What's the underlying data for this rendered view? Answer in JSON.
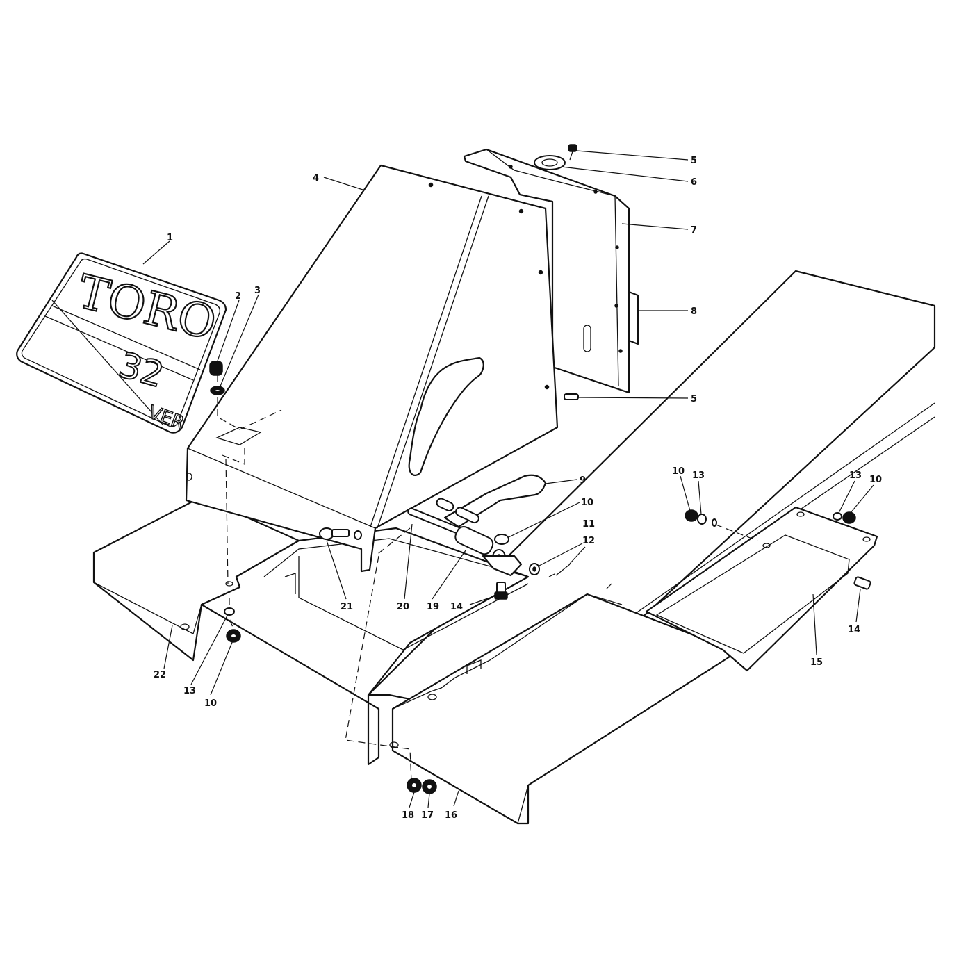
{
  "decal": {
    "brand": "TORO",
    "model_number": "32",
    "model_suffix": "VER"
  },
  "callouts": [
    {
      "id": "c1",
      "label": "1"
    },
    {
      "id": "c2",
      "label": "2"
    },
    {
      "id": "c3",
      "label": "3"
    },
    {
      "id": "c4",
      "label": "4"
    },
    {
      "id": "c5a",
      "label": "5"
    },
    {
      "id": "c6",
      "label": "6"
    },
    {
      "id": "c7",
      "label": "7"
    },
    {
      "id": "c8",
      "label": "8"
    },
    {
      "id": "c5b",
      "label": "5"
    },
    {
      "id": "c9",
      "label": "9"
    },
    {
      "id": "c10a",
      "label": "10"
    },
    {
      "id": "c11",
      "label": "11"
    },
    {
      "id": "c12",
      "label": "12"
    },
    {
      "id": "c10b",
      "label": "10"
    },
    {
      "id": "c13a",
      "label": "13"
    },
    {
      "id": "c13b",
      "label": "13"
    },
    {
      "id": "c10c",
      "label": "10"
    },
    {
      "id": "c14a",
      "label": "14"
    },
    {
      "id": "c15",
      "label": "15"
    },
    {
      "id": "c21",
      "label": "21"
    },
    {
      "id": "c20",
      "label": "20"
    },
    {
      "id": "c19",
      "label": "19"
    },
    {
      "id": "c14b",
      "label": "14"
    },
    {
      "id": "c22",
      "label": "22"
    },
    {
      "id": "c13c",
      "label": "13"
    },
    {
      "id": "c10d",
      "label": "10"
    },
    {
      "id": "c18",
      "label": "18"
    },
    {
      "id": "c17",
      "label": "17"
    },
    {
      "id": "c16",
      "label": "16"
    }
  ]
}
